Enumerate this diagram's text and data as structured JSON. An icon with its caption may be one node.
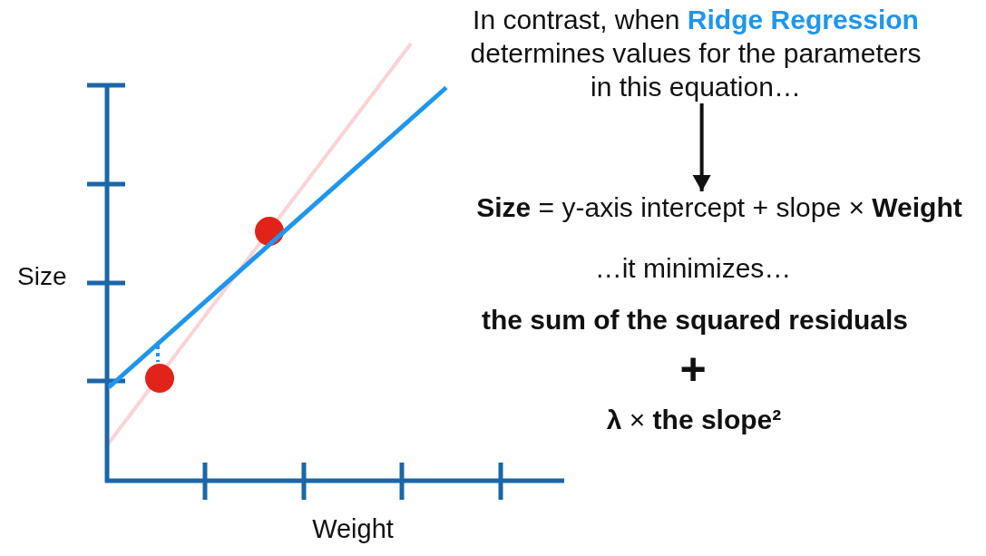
{
  "diagram": {
    "nodes": [
      {
        "text": [
          "In contrast, when **Ridge Regression** determines values for the parameters in this equation…"
        ]
      },
      {
        "text": [
          "**Size** = y-axis intercept + slope × **Weight**"
        ]
      }
    ],
    "edges": [
      {
        "from": 0,
        "to": 1,
        "arrow": "to"
      }
    ],
    "labels": [
      "…it minimizes…",
      "the sum of the squared residuals",
      "+",
      "**λ** × **the slope²**",
      "Size",
      "Weight"
    ]
  }
}
